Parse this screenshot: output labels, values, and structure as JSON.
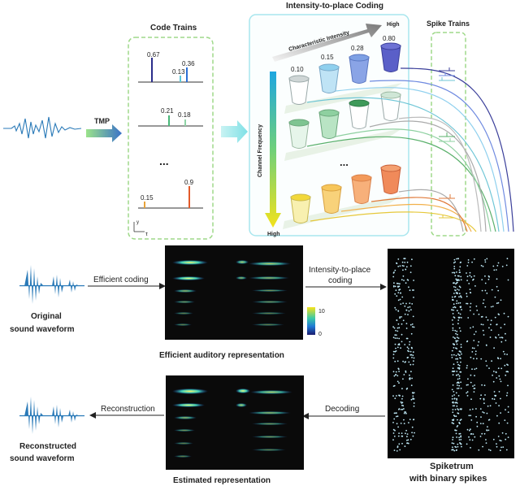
{
  "top": {
    "title_code_trains": "Code Trains",
    "title_intensity_coding": "Intensity-to-place Coding",
    "title_spike_trains": "Spike Trains",
    "tmp_label": "TMP",
    "characteristic_intensity": "Characteristic Intensity",
    "channel_frequency": "Channel Frequency",
    "high_top": "High",
    "high_bottom": "High",
    "ellipsis_code": "...",
    "ellipsis_cups": "...",
    "axis_y": "y",
    "axis_t": "τ",
    "code_values": {
      "row1": [
        "0.67",
        "0.13",
        "0.36"
      ],
      "row2": [
        "0.21",
        "0.18"
      ],
      "row3": [
        "0.15",
        "0.9"
      ]
    },
    "cup_values": [
      "0.10",
      "0.15",
      "0.28",
      "0.80"
    ],
    "colors": {
      "dashed_green": "#9fd98a",
      "cyan_box": "#a8e6ee",
      "arrow_blue": "#3b6fc4",
      "row1_blue": "#5a6fd8",
      "row2_green": "#5ab06b",
      "row3_orange": "#f08a3c"
    }
  },
  "bottom": {
    "original_line1": "Original",
    "original_line2": "sound waveform",
    "efficient_coding": "Efficient coding",
    "efficient_representation": "Efficient auditory representation",
    "intensity_to_place_line1": "Intensity-to-place",
    "intensity_to_place_line2": "coding",
    "colorbar_max": "10",
    "colorbar_min": "0",
    "spiketrum_line1": "Spiketrum",
    "spiketrum_line2": "with binary spikes",
    "decoding": "Decoding",
    "estimated_representation": "Estimated representation",
    "reconstruction": "Reconstruction",
    "reconstructed_line1": "Reconstructed",
    "reconstructed_line2": "sound waveform"
  }
}
